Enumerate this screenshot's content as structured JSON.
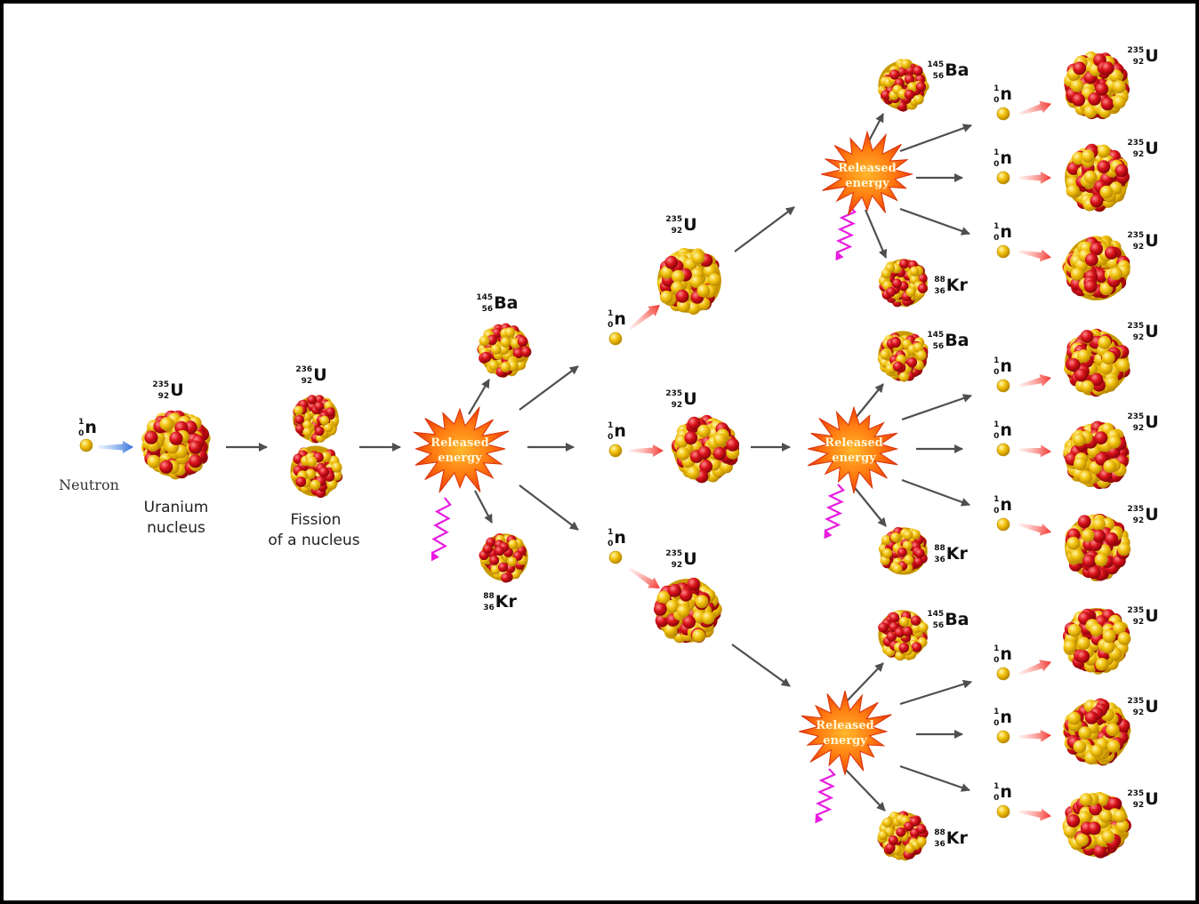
{
  "isotopes": {
    "neutron": {
      "mass": "1",
      "atomic": "0",
      "symbol": "n"
    },
    "u235": {
      "mass": "235",
      "atomic": "92",
      "symbol": "U"
    },
    "u236": {
      "mass": "236",
      "atomic": "92",
      "symbol": "U"
    },
    "ba145": {
      "mass": "145",
      "atomic": "56",
      "symbol": "Ba"
    },
    "kr88": {
      "mass": "88",
      "atomic": "36",
      "symbol": "Kr"
    }
  },
  "captions": {
    "neutron": "Neutron",
    "uranium_line1": "Uranium",
    "uranium_line2": "nucleus",
    "fission_line1": "Fission",
    "fission_line2": "of a nucleus"
  },
  "burst_label": {
    "line1": "Released",
    "line2": "energy"
  },
  "colors": {
    "proton": "#d8121b",
    "neutron_particle": "#f2c20c",
    "burst_outer": "#f24a07",
    "burst_inner": "#ff9a1a",
    "gamma": "#e81ce0",
    "arrow_dark": "#4f4f4f",
    "arrow_red": "#f23a2e",
    "arrow_blue": "#3a7fe0"
  }
}
